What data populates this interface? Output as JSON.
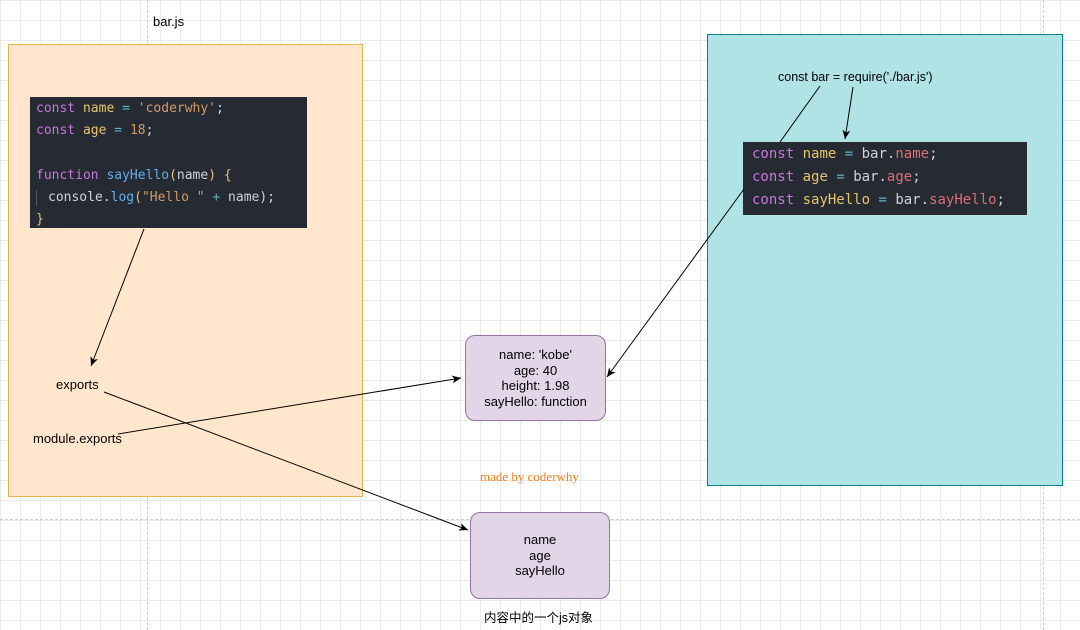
{
  "title_file": "bar.js",
  "left_panel": {
    "code": [
      [
        {
          "t": "const",
          "c": "kw"
        },
        {
          "t": " "
        },
        {
          "t": "name",
          "c": "var"
        },
        {
          "t": " = ",
          "c": "op"
        },
        {
          "t": "'coderwhy'",
          "c": "str"
        },
        {
          "t": ";",
          "c": "punc"
        }
      ],
      [
        {
          "t": "const",
          "c": "kw"
        },
        {
          "t": " "
        },
        {
          "t": "age",
          "c": "var"
        },
        {
          "t": " = ",
          "c": "op"
        },
        {
          "t": "18",
          "c": "num"
        },
        {
          "t": ";",
          "c": "punc"
        }
      ],
      [],
      [
        {
          "t": "function",
          "c": "kw"
        },
        {
          "t": " "
        },
        {
          "t": "sayHello",
          "c": "fn"
        },
        {
          "t": "(",
          "c": "paren"
        },
        {
          "t": "name",
          "c": "obj"
        },
        {
          "t": ")",
          "c": "paren"
        },
        {
          "t": " "
        },
        {
          "t": "{",
          "c": "paren"
        }
      ],
      [
        {
          "t": "",
          "c": "guide"
        },
        {
          "t": "console",
          "c": "obj"
        },
        {
          "t": ".",
          "c": "punc"
        },
        {
          "t": "log",
          "c": "fn"
        },
        {
          "t": "(",
          "c": "paren"
        },
        {
          "t": "\"Hello \"",
          "c": "str"
        },
        {
          "t": " + ",
          "c": "op"
        },
        {
          "t": "name",
          "c": "obj"
        },
        {
          "t": ");",
          "c": "punc"
        }
      ],
      [
        {
          "t": "}",
          "c": "paren"
        }
      ]
    ],
    "exports_label": "exports",
    "module_exports_label": "module.exports"
  },
  "right_panel": {
    "require_label": "const bar = require('./bar.js')",
    "code": [
      [
        {
          "t": "const",
          "c": "kw"
        },
        {
          "t": " "
        },
        {
          "t": "name",
          "c": "var"
        },
        {
          "t": " = ",
          "c": "op"
        },
        {
          "t": "bar",
          "c": "obj"
        },
        {
          "t": ".",
          "c": "punc"
        },
        {
          "t": "name",
          "c": "prop"
        },
        {
          "t": ";",
          "c": "punc"
        }
      ],
      [
        {
          "t": "const",
          "c": "kw"
        },
        {
          "t": " "
        },
        {
          "t": "age",
          "c": "var"
        },
        {
          "t": " = ",
          "c": "op"
        },
        {
          "t": "bar",
          "c": "obj"
        },
        {
          "t": ".",
          "c": "punc"
        },
        {
          "t": "age",
          "c": "prop"
        },
        {
          "t": ";",
          "c": "punc"
        }
      ],
      [
        {
          "t": "const",
          "c": "kw"
        },
        {
          "t": " "
        },
        {
          "t": "sayHello",
          "c": "var"
        },
        {
          "t": " = ",
          "c": "op"
        },
        {
          "t": "bar",
          "c": "obj"
        },
        {
          "t": ".",
          "c": "punc"
        },
        {
          "t": "sayHello",
          "c": "prop"
        },
        {
          "t": ";",
          "c": "punc"
        }
      ]
    ]
  },
  "object_node": {
    "lines": [
      "name: 'kobe'",
      "age: 40",
      "height: 1.98",
      "sayHello: function"
    ]
  },
  "names_node": {
    "lines": [
      "name",
      "age",
      "sayHello"
    ],
    "caption": "内容中的一个js对象"
  },
  "watermark": "made by coderwhy",
  "colors": {
    "left_panel_fill": "#ffe6cc",
    "left_panel_stroke": "#e6b84c",
    "right_panel_fill": "#b0e3e6",
    "right_panel_stroke": "#0e8088",
    "node_fill": "#e1d5e7",
    "node_stroke": "#9673a6",
    "watermark": "#f07f1b"
  }
}
